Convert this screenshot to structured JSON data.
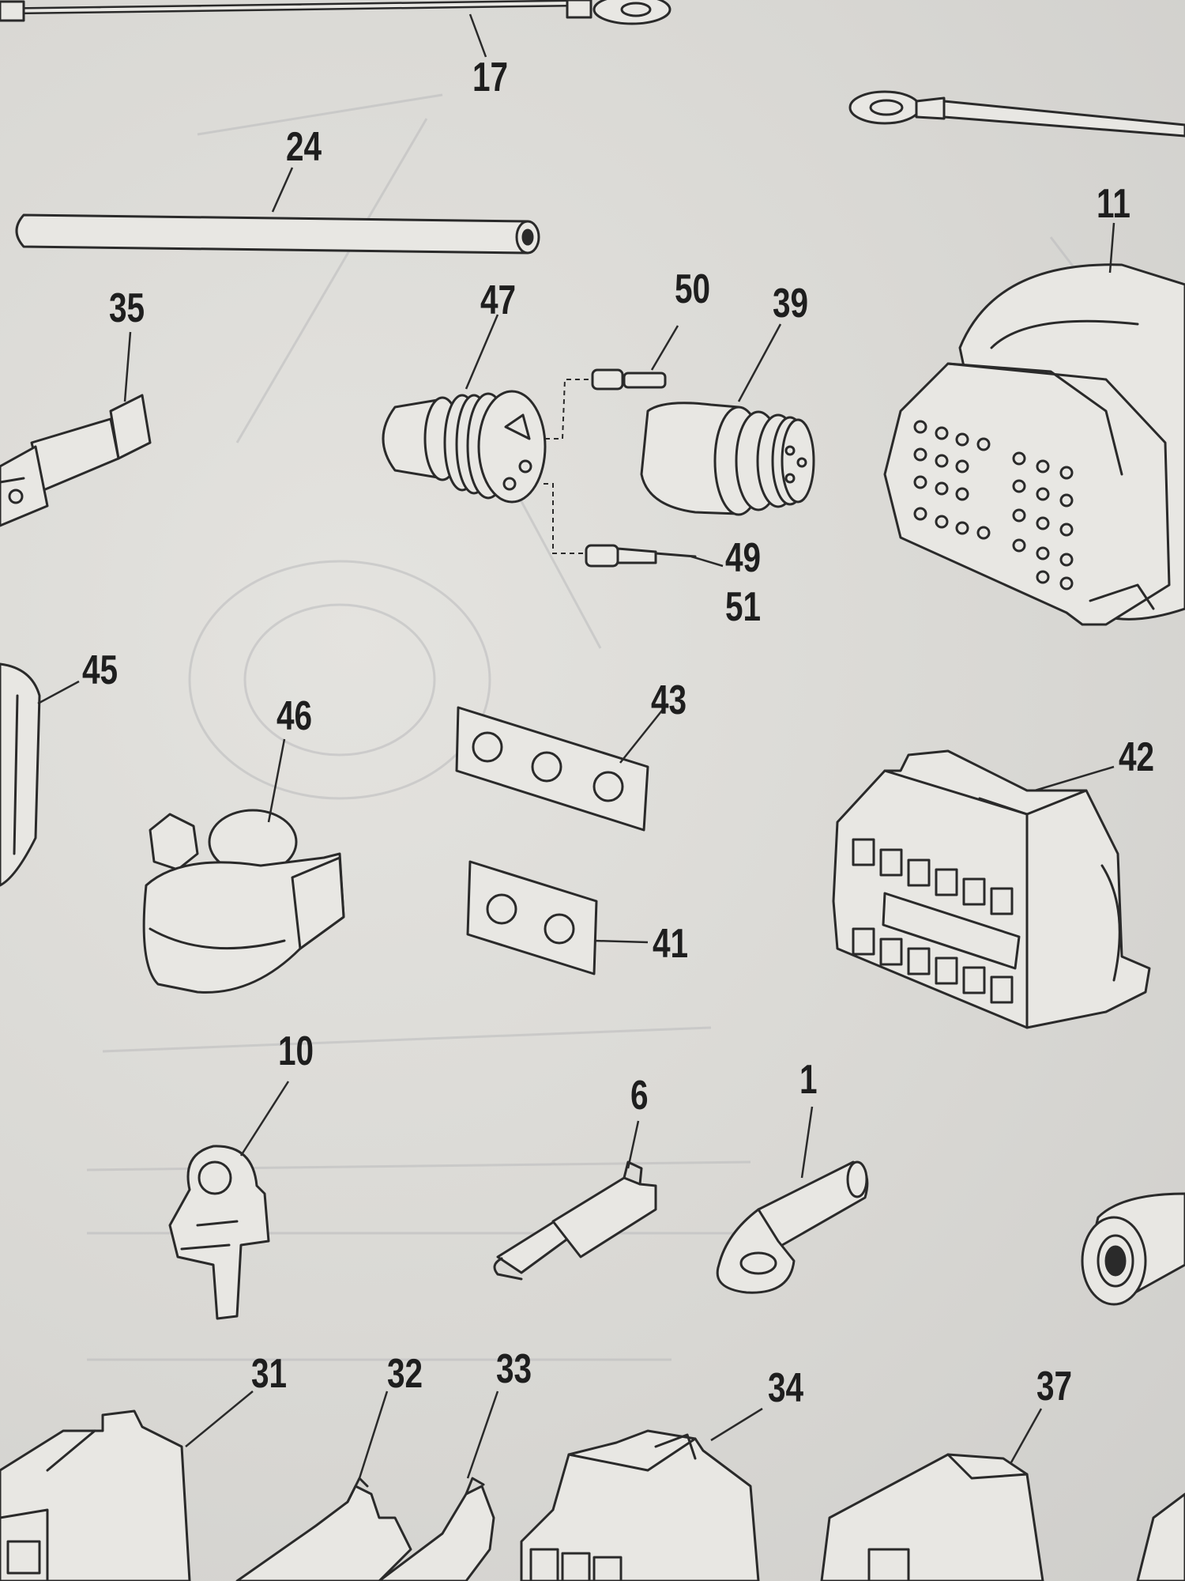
{
  "diagram": {
    "callouts": [
      {
        "id": "17",
        "label": "17"
      },
      {
        "id": "24",
        "label": "24"
      },
      {
        "id": "11",
        "label": "11"
      },
      {
        "id": "35",
        "label": "35"
      },
      {
        "id": "47",
        "label": "47"
      },
      {
        "id": "50",
        "label": "50"
      },
      {
        "id": "39",
        "label": "39"
      },
      {
        "id": "49",
        "label": "49"
      },
      {
        "id": "51",
        "label": "51"
      },
      {
        "id": "45",
        "label": "45"
      },
      {
        "id": "46",
        "label": "46"
      },
      {
        "id": "43",
        "label": "43"
      },
      {
        "id": "42",
        "label": "42"
      },
      {
        "id": "41",
        "label": "41"
      },
      {
        "id": "10",
        "label": "10"
      },
      {
        "id": "6",
        "label": "6"
      },
      {
        "id": "1",
        "label": "1"
      },
      {
        "id": "31",
        "label": "31"
      },
      {
        "id": "32",
        "label": "32"
      },
      {
        "id": "33",
        "label": "33"
      },
      {
        "id": "34",
        "label": "34"
      },
      {
        "id": "37",
        "label": "37"
      }
    ]
  }
}
